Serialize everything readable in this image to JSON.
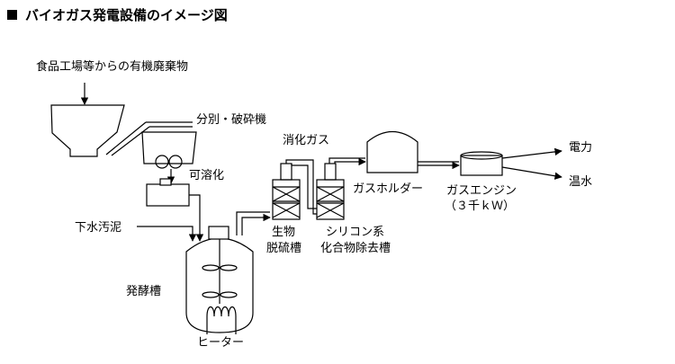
{
  "title": "バイオガス発電設備のイメージ図",
  "labels": {
    "waste": "食品工場等からの有機廃棄物",
    "crusher": "分別・破砕機",
    "digested_gas": "消化ガス",
    "solubilization": "可溶化",
    "sewage_sludge": "下水汚泥",
    "fermentation_tank": "発酵槽",
    "heater": "ヒーター",
    "bio_desulfurization_1": "生物",
    "bio_desulfurization_2": "脱硫槽",
    "silicon_removal_1": "シリコン系",
    "silicon_removal_2": "化合物除去槽",
    "gas_holder": "ガスホルダー",
    "gas_engine_1": "ガスエンジン",
    "gas_engine_2": "（３千ｋＷ）",
    "electricity": "電力",
    "hot_water": "温水"
  }
}
